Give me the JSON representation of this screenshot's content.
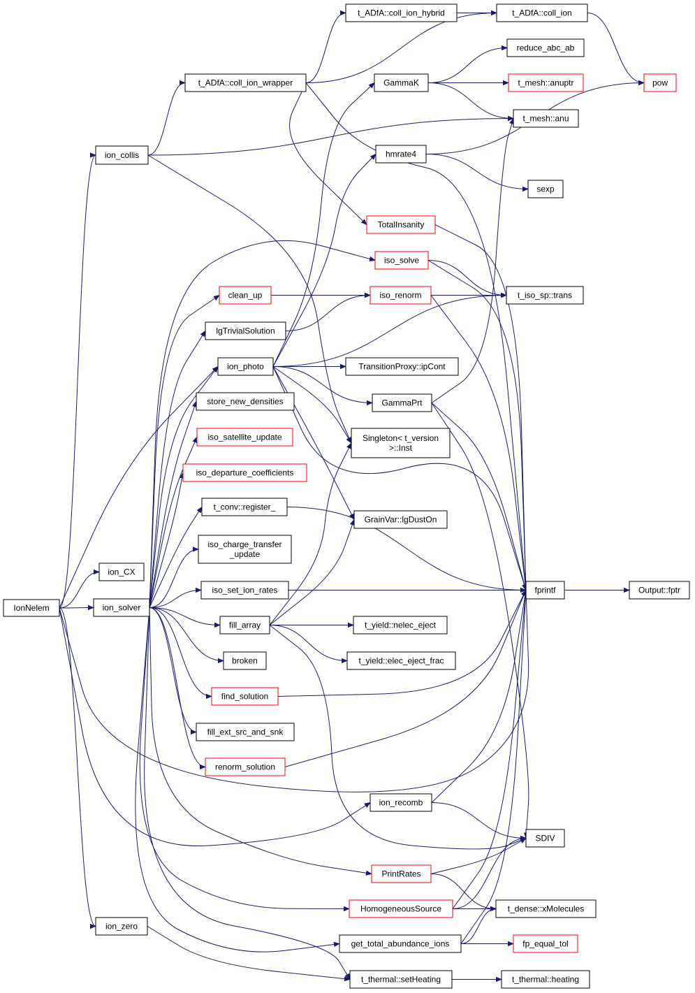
{
  "colors": {
    "edge": "#191970",
    "node_border_normal": "#000000",
    "node_border_truncated": "#ff0000",
    "root_fill": "#bfbfbf",
    "node_fill": "#ffffff"
  },
  "graph": {
    "nodes": [
      {
        "id": "IonNelem",
        "label": [
          "IonNelem"
        ],
        "style": "root"
      },
      {
        "id": "ion_collis",
        "label": [
          "ion_collis"
        ],
        "style": "normal"
      },
      {
        "id": "ion_CX",
        "label": [
          "ion_CX"
        ],
        "style": "normal"
      },
      {
        "id": "ion_solver",
        "label": [
          "ion_solver"
        ],
        "style": "normal"
      },
      {
        "id": "ion_zero",
        "label": [
          "ion_zero"
        ],
        "style": "normal"
      },
      {
        "id": "coll_ion_wrapper",
        "label": [
          "t_ADfA::coll_ion_wrapper"
        ],
        "style": "normal"
      },
      {
        "id": "coll_ion_hybrid",
        "label": [
          "t_ADfA::coll_ion_hybrid"
        ],
        "style": "normal"
      },
      {
        "id": "coll_ion",
        "label": [
          "t_ADfA::coll_ion"
        ],
        "style": "normal"
      },
      {
        "id": "pow",
        "label": [
          "pow"
        ],
        "style": "truncated"
      },
      {
        "id": "reduce_abc_ab",
        "label": [
          "reduce_abc_ab"
        ],
        "style": "normal"
      },
      {
        "id": "GammaK",
        "label": [
          "GammaK"
        ],
        "style": "normal"
      },
      {
        "id": "anuptr",
        "label": [
          "t_mesh::anuptr"
        ],
        "style": "truncated"
      },
      {
        "id": "anu",
        "label": [
          "t_mesh::anu"
        ],
        "style": "normal"
      },
      {
        "id": "hmrate4",
        "label": [
          "hmrate4"
        ],
        "style": "normal"
      },
      {
        "id": "sexp",
        "label": [
          "sexp"
        ],
        "style": "normal"
      },
      {
        "id": "TotalInsanity",
        "label": [
          "TotalInsanity"
        ],
        "style": "truncated"
      },
      {
        "id": "iso_solve",
        "label": [
          "iso_solve"
        ],
        "style": "truncated"
      },
      {
        "id": "clean_up",
        "label": [
          "clean_up"
        ],
        "style": "truncated"
      },
      {
        "id": "iso_renorm",
        "label": [
          "iso_renorm"
        ],
        "style": "truncated"
      },
      {
        "id": "trans",
        "label": [
          "t_iso_sp::trans"
        ],
        "style": "normal"
      },
      {
        "id": "lgTrivialSolution",
        "label": [
          "lgTrivialSolution"
        ],
        "style": "normal"
      },
      {
        "id": "ion_photo",
        "label": [
          "ion_photo"
        ],
        "style": "normal"
      },
      {
        "id": "ipCont",
        "label": [
          "TransitionProxy::ipCont"
        ],
        "style": "normal"
      },
      {
        "id": "store_new_densities",
        "label": [
          "store_new_densities"
        ],
        "style": "normal"
      },
      {
        "id": "GammaPrt",
        "label": [
          "GammaPrt"
        ],
        "style": "normal"
      },
      {
        "id": "Singleton",
        "label": [
          "Singleton< t_version",
          ">::Inst"
        ],
        "style": "normal"
      },
      {
        "id": "iso_satellite_update",
        "label": [
          "iso_satellite_update"
        ],
        "style": "truncated"
      },
      {
        "id": "iso_departure_coefficients",
        "label": [
          "iso_departure_coefficients"
        ],
        "style": "truncated"
      },
      {
        "id": "register_",
        "label": [
          "t_conv::register_"
        ],
        "style": "normal"
      },
      {
        "id": "lgDustOn",
        "label": [
          "GrainVar::lgDustOn"
        ],
        "style": "normal"
      },
      {
        "id": "iso_charge_transfer_update",
        "label": [
          "iso_charge_transfer",
          "_update"
        ],
        "style": "normal"
      },
      {
        "id": "iso_set_ion_rates",
        "label": [
          "iso_set_ion_rates"
        ],
        "style": "normal"
      },
      {
        "id": "fprintf",
        "label": [
          "fprintf"
        ],
        "style": "normal"
      },
      {
        "id": "fptr",
        "label": [
          "Output::fptr"
        ],
        "style": "normal"
      },
      {
        "id": "fill_array",
        "label": [
          "fill_array"
        ],
        "style": "normal"
      },
      {
        "id": "nelec_eject",
        "label": [
          "t_yield::nelec_eject"
        ],
        "style": "normal"
      },
      {
        "id": "broken",
        "label": [
          "broken"
        ],
        "style": "normal"
      },
      {
        "id": "elec_eject_frac",
        "label": [
          "t_yield::elec_eject_frac"
        ],
        "style": "normal"
      },
      {
        "id": "find_solution",
        "label": [
          "find_solution"
        ],
        "style": "truncated"
      },
      {
        "id": "fill_ext_src_and_snk",
        "label": [
          "fill_ext_src_and_snk"
        ],
        "style": "normal"
      },
      {
        "id": "renorm_solution",
        "label": [
          "renorm_solution"
        ],
        "style": "truncated"
      },
      {
        "id": "ion_recomb",
        "label": [
          "ion_recomb"
        ],
        "style": "normal"
      },
      {
        "id": "SDIV",
        "label": [
          "SDIV"
        ],
        "style": "normal"
      },
      {
        "id": "PrintRates",
        "label": [
          "PrintRates"
        ],
        "style": "truncated"
      },
      {
        "id": "HomogeneousSource",
        "label": [
          "HomogeneousSource"
        ],
        "style": "truncated"
      },
      {
        "id": "xMolecules",
        "label": [
          "t_dense::xMolecules"
        ],
        "style": "normal"
      },
      {
        "id": "get_total_abundance_ions",
        "label": [
          "get_total_abundance_ions"
        ],
        "style": "normal"
      },
      {
        "id": "fp_equal_tol",
        "label": [
          "fp_equal_tol"
        ],
        "style": "truncated"
      },
      {
        "id": "setHeating",
        "label": [
          "t_thermal::setHeating"
        ],
        "style": "normal"
      },
      {
        "id": "heating",
        "label": [
          "t_thermal::heating"
        ],
        "style": "normal"
      }
    ],
    "edges": [
      [
        "IonNelem",
        "ion_collis"
      ],
      [
        "IonNelem",
        "ion_CX"
      ],
      [
        "IonNelem",
        "ion_solver"
      ],
      [
        "IonNelem",
        "ion_zero"
      ],
      [
        "IonNelem",
        "ion_photo"
      ],
      [
        "IonNelem",
        "ion_recomb"
      ],
      [
        "IonNelem",
        "fprintf"
      ],
      [
        "ion_collis",
        "coll_ion_wrapper"
      ],
      [
        "ion_collis",
        "anu"
      ],
      [
        "ion_collis",
        "Singleton"
      ],
      [
        "coll_ion_wrapper",
        "coll_ion_hybrid"
      ],
      [
        "coll_ion_wrapper",
        "coll_ion"
      ],
      [
        "coll_ion_wrapper",
        "TotalInsanity"
      ],
      [
        "coll_ion_wrapper",
        "fprintf"
      ],
      [
        "coll_ion_hybrid",
        "coll_ion"
      ],
      [
        "coll_ion",
        "pow"
      ],
      [
        "GammaK",
        "reduce_abc_ab"
      ],
      [
        "GammaK",
        "anuptr"
      ],
      [
        "GammaK",
        "anu"
      ],
      [
        "hmrate4",
        "pow"
      ],
      [
        "hmrate4",
        "sexp"
      ],
      [
        "TotalInsanity",
        "fprintf"
      ],
      [
        "iso_solve",
        "trans"
      ],
      [
        "iso_solve",
        "fprintf"
      ],
      [
        "clean_up",
        "iso_renorm"
      ],
      [
        "iso_renorm",
        "trans"
      ],
      [
        "iso_renorm",
        "fprintf"
      ],
      [
        "lgTrivialSolution",
        "iso_renorm"
      ],
      [
        "ion_photo",
        "GammaK"
      ],
      [
        "ion_photo",
        "hmrate4"
      ],
      [
        "ion_photo",
        "trans"
      ],
      [
        "ion_photo",
        "ipCont"
      ],
      [
        "ion_photo",
        "GammaPrt"
      ],
      [
        "ion_photo",
        "Singleton"
      ],
      [
        "ion_photo",
        "lgDustOn"
      ],
      [
        "ion_photo",
        "fprintf"
      ],
      [
        "GammaPrt",
        "anu"
      ],
      [
        "GammaPrt",
        "fprintf"
      ],
      [
        "GammaPrt",
        "SDIV"
      ],
      [
        "register_",
        "fprintf"
      ],
      [
        "iso_set_ion_rates",
        "fprintf"
      ],
      [
        "fprintf",
        "fptr"
      ],
      [
        "fill_array",
        "nelec_eject"
      ],
      [
        "fill_array",
        "elec_eject_frac"
      ],
      [
        "fill_array",
        "lgDustOn"
      ],
      [
        "fill_array",
        "SDIV"
      ],
      [
        "fill_array",
        "Singleton"
      ],
      [
        "find_solution",
        "fprintf"
      ],
      [
        "renorm_solution",
        "fprintf"
      ],
      [
        "ion_recomb",
        "SDIV"
      ],
      [
        "ion_recomb",
        "fprintf"
      ],
      [
        "PrintRates",
        "SDIV"
      ],
      [
        "PrintRates",
        "xMolecules"
      ],
      [
        "HomogeneousSource",
        "SDIV"
      ],
      [
        "HomogeneousSource",
        "xMolecules"
      ],
      [
        "HomogeneousSource",
        "fprintf"
      ],
      [
        "get_total_abundance_ions",
        "xMolecules"
      ],
      [
        "get_total_abundance_ions",
        "fp_equal_tol"
      ],
      [
        "get_total_abundance_ions",
        "fprintf"
      ],
      [
        "setHeating",
        "heating"
      ],
      [
        "ion_solver",
        "iso_solve"
      ],
      [
        "ion_solver",
        "clean_up"
      ],
      [
        "ion_solver",
        "lgTrivialSolution"
      ],
      [
        "ion_solver",
        "ion_photo"
      ],
      [
        "ion_solver",
        "store_new_densities"
      ],
      [
        "ion_solver",
        "iso_satellite_update"
      ],
      [
        "ion_solver",
        "iso_departure_coefficients"
      ],
      [
        "ion_solver",
        "register_"
      ],
      [
        "ion_solver",
        "iso_charge_transfer_update"
      ],
      [
        "ion_solver",
        "iso_set_ion_rates"
      ],
      [
        "ion_solver",
        "fill_array"
      ],
      [
        "ion_solver",
        "broken"
      ],
      [
        "ion_solver",
        "find_solution"
      ],
      [
        "ion_solver",
        "fill_ext_src_and_snk"
      ],
      [
        "ion_solver",
        "renorm_solution"
      ],
      [
        "ion_solver",
        "PrintRates"
      ],
      [
        "ion_solver",
        "HomogeneousSource"
      ],
      [
        "ion_solver",
        "get_total_abundance_ions"
      ],
      [
        "ion_solver",
        "setHeating"
      ],
      [
        "ion_zero",
        "setHeating"
      ]
    ]
  }
}
